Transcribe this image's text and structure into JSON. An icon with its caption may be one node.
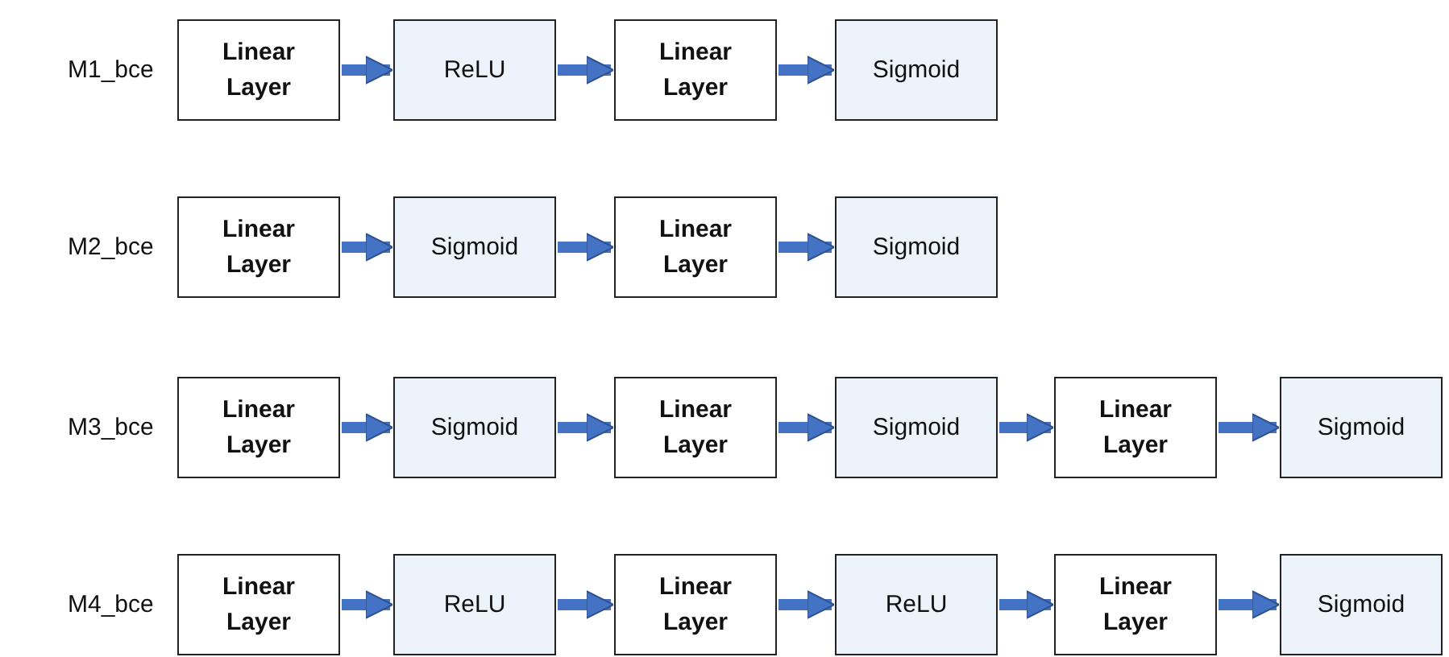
{
  "diagram": {
    "nodes": [
      {
        "text": [
          "Linear Layer"
        ]
      },
      {
        "text": [
          "ReLU"
        ]
      },
      {
        "text": [
          "Linear Layer"
        ]
      },
      {
        "text": [
          "Sigmoid"
        ]
      },
      {
        "text": [
          "Linear Layer"
        ]
      },
      {
        "text": [
          "Sigmoid"
        ]
      },
      {
        "text": [
          "Linear Layer"
        ]
      },
      {
        "text": [
          "Sigmoid"
        ]
      },
      {
        "text": [
          "Linear Layer"
        ]
      },
      {
        "text": [
          "Sigmoid"
        ]
      },
      {
        "text": [
          "Linear Layer"
        ]
      },
      {
        "text": [
          "Sigmoid"
        ]
      },
      {
        "text": [
          "Linear Layer"
        ]
      },
      {
        "text": [
          "Sigmoid"
        ]
      },
      {
        "text": [
          "Linear Layer"
        ]
      },
      {
        "text": [
          "ReLU"
        ]
      },
      {
        "text": [
          "Linear Layer"
        ]
      },
      {
        "text": [
          "ReLU"
        ]
      },
      {
        "text": [
          "Linear Layer"
        ]
      },
      {
        "text": [
          "Sigmoid"
        ]
      }
    ],
    "edges": [
      {
        "from": 0,
        "to": 1,
        "arrow": "to"
      },
      {
        "from": 1,
        "to": 2,
        "arrow": "to"
      },
      {
        "from": 2,
        "to": 3,
        "arrow": "to"
      },
      {
        "from": 4,
        "to": 5,
        "arrow": "to"
      },
      {
        "from": 5,
        "to": 6,
        "arrow": "to"
      },
      {
        "from": 6,
        "to": 7,
        "arrow": "to"
      },
      {
        "from": 8,
        "to": 9,
        "arrow": "to"
      },
      {
        "from": 9,
        "to": 10,
        "arrow": "to"
      },
      {
        "from": 10,
        "to": 11,
        "arrow": "to"
      },
      {
        "from": 11,
        "to": 12,
        "arrow": "to"
      },
      {
        "from": 12,
        "to": 13,
        "arrow": "to"
      },
      {
        "from": 14,
        "to": 15,
        "arrow": "to"
      },
      {
        "from": 15,
        "to": 16,
        "arrow": "to"
      },
      {
        "from": 16,
        "to": 17,
        "arrow": "to"
      },
      {
        "from": 17,
        "to": 18,
        "arrow": "to"
      },
      {
        "from": 18,
        "to": 19,
        "arrow": "to"
      }
    ],
    "labels": [
      "M1_bce",
      "M2_bce",
      "M3_bce",
      "M4_bce"
    ]
  }
}
